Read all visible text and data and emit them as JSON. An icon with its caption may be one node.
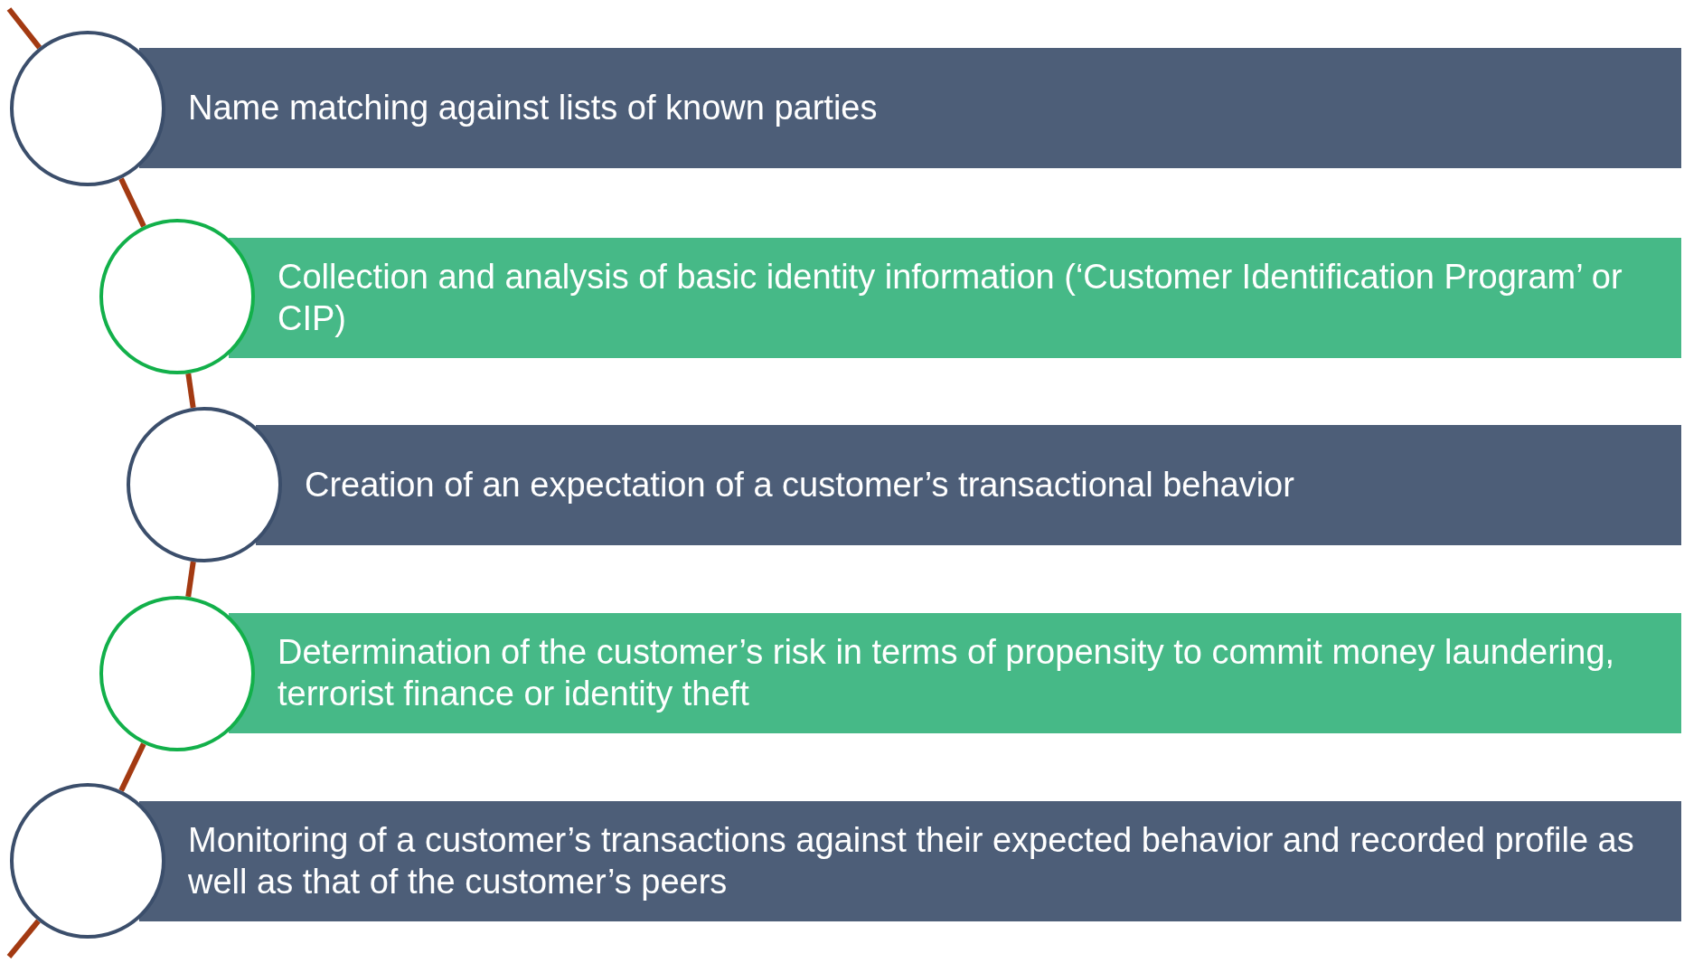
{
  "diagram": {
    "nodes": [
      {
        "text": [],
        "shape": "circle"
      },
      {
        "text": [
          "Name matching against lists of known parties"
        ]
      },
      {
        "text": [],
        "shape": "circle"
      },
      {
        "text": [
          "Collection and analysis of basic identity information (‘Customer Identification Program’ or CIP)"
        ]
      },
      {
        "text": [],
        "shape": "circle"
      },
      {
        "text": [
          "Creation of an expectation of a customer’s transactional behavior"
        ]
      },
      {
        "text": [],
        "shape": "circle"
      },
      {
        "text": [
          "Determination of the customer’s risk in terms of propensity to commit money laundering, terrorist finance or identity theft"
        ]
      },
      {
        "text": [],
        "shape": "circle"
      },
      {
        "text": [
          "Monitoring of a customer’s transactions against their expected behavior and recorded profile as well as that of the customer’s peers"
        ]
      }
    ],
    "edges": [
      {
        "from": null,
        "to": 0,
        "arrow": "none"
      },
      {
        "from": 0,
        "to": 2,
        "arrow": "none"
      },
      {
        "from": 2,
        "to": 4,
        "arrow": "none"
      },
      {
        "from": 4,
        "to": 6,
        "arrow": "none"
      },
      {
        "from": 6,
        "to": 8,
        "arrow": "none"
      },
      {
        "from": 8,
        "to": null,
        "arrow": "none"
      }
    ]
  }
}
